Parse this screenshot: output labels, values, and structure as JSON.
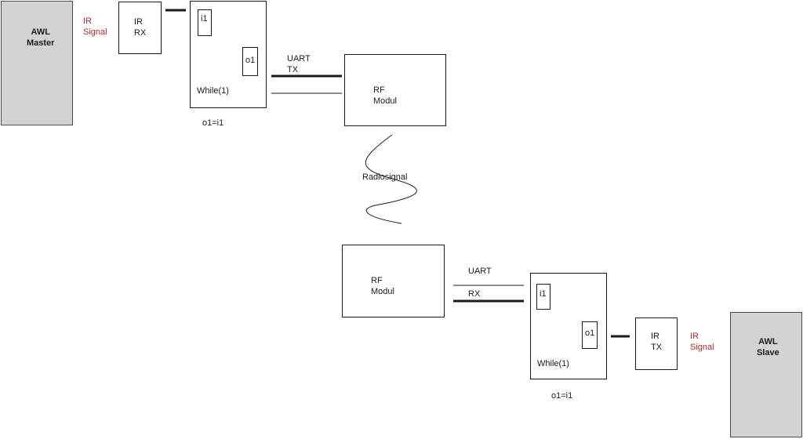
{
  "master": {
    "device": "AWL\nMaster",
    "signal": "IR\nSignal",
    "receiver": "IR\nRX",
    "loop_in": "i1",
    "loop_out": "o1",
    "loop_label": "While(1)",
    "assign": "o1=i1",
    "uart": "UART\nTX",
    "rf": "RF\nModul"
  },
  "radio": "Radiosignal",
  "slave": {
    "rf": "RF\nModul",
    "uart": "UART",
    "rx": "RX",
    "loop_in": "i1",
    "loop_out": "o1",
    "loop_label": "While(1)",
    "assign": "o1=i1",
    "transmitter": "IR\nTX",
    "signal": "IR\nSignal",
    "device": "AWL\nSlave"
  },
  "colors": {
    "device_fill": "#d1d3d4",
    "signal_text": "#b2272b",
    "line": "#1a1a1a"
  }
}
